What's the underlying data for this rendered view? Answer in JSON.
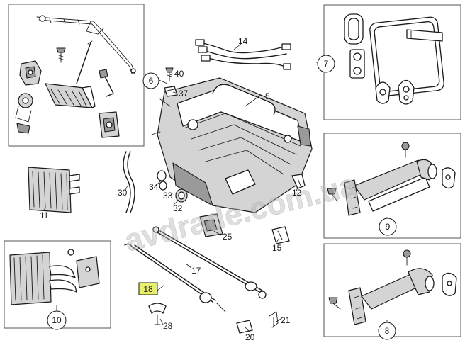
{
  "watermark": "avdrade.com.ua",
  "highlight_color": "#e8f06a",
  "parts": {
    "p5": "5",
    "p6": "6",
    "p7": "7",
    "p8": "8",
    "p9": "9",
    "p10": "10",
    "p11": "11",
    "p12": "12",
    "p14": "14",
    "p15": "15",
    "p17": "17",
    "p18": "18",
    "p20": "20",
    "p21": "21",
    "p25": "25",
    "p28": "28",
    "p30": "30",
    "p32": "32",
    "p33": "33",
    "p34": "34",
    "p37": "37",
    "p40": "40"
  }
}
